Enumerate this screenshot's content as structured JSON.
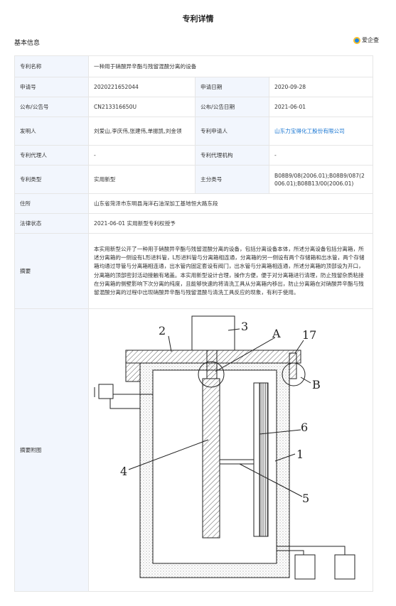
{
  "page": {
    "title": "专利详情"
  },
  "section": {
    "title": "基本信息"
  },
  "brand": {
    "name": "爱企查"
  },
  "rows": {
    "name_label": "专利名称",
    "name_value": "一种用于硝酸异辛酯与残留混酸分离的设备",
    "appno_label": "申请号",
    "appno_value": "2020221652044",
    "appdate_label": "申请日期",
    "appdate_value": "2020-09-28",
    "pubno_label": "公布/公告号",
    "pubno_value": "CN213316650U",
    "pubdate_label": "公布/公告日期",
    "pubdate_value": "2021-06-01",
    "inventor_label": "发明人",
    "inventor_value": "刘爱山,李庆伟,张建伟,单振凯,刘金领",
    "applicant_label": "专利申请人",
    "applicant_value": "山东力宝得化工股份有限公司",
    "agent_label": "专利代理人",
    "agent_value": "-",
    "agency_label": "专利代理机构",
    "agency_value": "-",
    "type_label": "专利类型",
    "type_value": "实用新型",
    "class_label": "主分类号",
    "class_value": "B08B9/08(2006.01);B08B9/087(2006.01);B08B13/00(2006.01)",
    "address_label": "住所",
    "address_value": "山东省菏泽市东明县海洋石油深加工基地恒大路东段",
    "legal_label": "法律状态",
    "legal_value": "2021-06-01 实用新型专利权授予",
    "abstract_label": "摘要",
    "abstract_value": "本实用新型公开了一种用于硝酸异辛酯与残留混酸分离的设备，包括分离设备本体，所述分离设备包括分离箱，所述分离箱的一侧设有L形进料管，L形进料管与分离箱相连通，分离箱的另一侧设有两个存储箱和出水管，两个存储箱均通过导管与分离箱相连通，出水管内固定套设有阀门，出水管与分离箱相连通，所述分离箱的顶部设为开口，分离箱的顶部密封活动接触有堵盖。本实用新型设计合理，操作方便，便于对分离箱进行清理，防止残留杂质粘接在分离箱的侧壁影响下次分离的纯度，且能够快速的将清洗工具从分离箱内移出，防止分离箱在对硝酸异辛酯与残留混酸分离的过程中出现硝酸异辛酯与残留混酸与清洗工具反应的现象，有利于使用。",
    "drawing_label": "摘要附图"
  },
  "drawing": {
    "callouts": [
      "1",
      "2",
      "3",
      "4",
      "5",
      "6",
      "17",
      "A",
      "B"
    ]
  }
}
